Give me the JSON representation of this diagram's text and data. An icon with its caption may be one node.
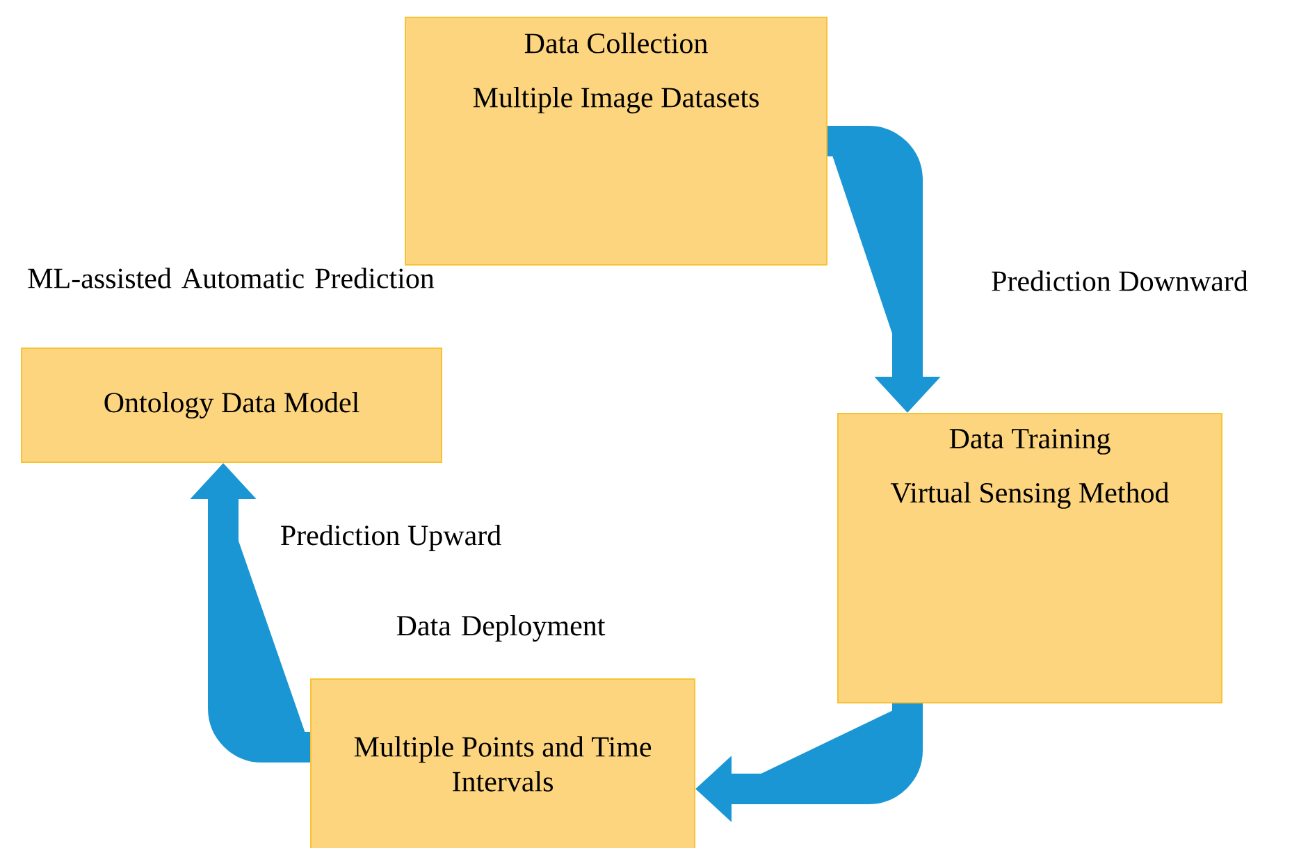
{
  "diagram": {
    "nodes": [
      {
        "text": [
          "Data Collection",
          "Multiple Image Datasets"
        ]
      },
      {
        "text": [
          "Data Training",
          "Virtual Sensing Method"
        ]
      },
      {
        "text": [
          "Data Deployment",
          "Multiple Points and Time Intervals"
        ]
      },
      {
        "text": [
          "ML-assisted Automatic Prediction",
          "Ontology Data Model"
        ]
      }
    ],
    "edges": [
      {
        "from": 0,
        "to": 1,
        "arrow": "to",
        "label": "Prediction Downward"
      },
      {
        "from": 1,
        "to": 2,
        "arrow": "to"
      },
      {
        "from": 2,
        "to": 3,
        "arrow": "to",
        "label": "Prediction Upward"
      }
    ]
  }
}
